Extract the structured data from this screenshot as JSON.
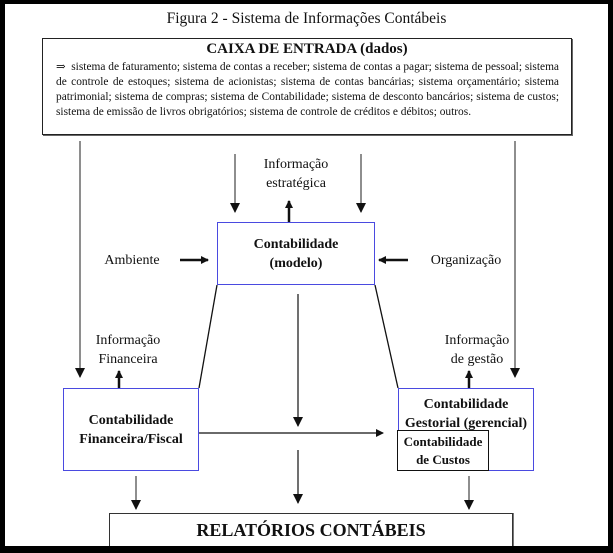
{
  "figure": {
    "title": "Figura 2 - Sistema de Informações Contábeis"
  },
  "input_box": {
    "title": "CAIXA DE ENTRADA (dados)",
    "arrow_symbol": "⇒",
    "text": "sistema de faturamento; sistema de contas a receber; sistema de contas a pagar; sistema de pessoal; sistema de controle de estoques; sistema de acionistas; sistema de contas bancárias; sistema orçamentário; sistema patrimonial; sistema de compras; sistema de Contabilidade; sistema de desconto bancários; sistema de custos; sistema de emissão de livros obrigatórios; sistema de controle de créditos e débitos; outros."
  },
  "labels": {
    "strategic_line1": "Informação",
    "strategic_line2": "estratégica",
    "environment": "Ambiente",
    "organization": "Organização",
    "financial_info_line1": "Informação",
    "financial_info_line2": "Financeira",
    "management_info_line1": "Informação",
    "management_info_line2": "de gestão"
  },
  "nodes": {
    "model_line1": "Contabilidade",
    "model_line2": "(modelo)",
    "financial_line1": "Contabilidade",
    "financial_line2": "Financeira/Fiscal",
    "managerial_line1": "Contabilidade",
    "managerial_line2": "Gestorial (gerencial)",
    "costs_line1": "Contabilidade",
    "costs_line2": "de Custos",
    "reports": "RELATÓRIOS CONTÁBEIS"
  },
  "colors": {
    "box_border": "#4a4ae0",
    "line": "#111111",
    "frame": "#000000"
  }
}
